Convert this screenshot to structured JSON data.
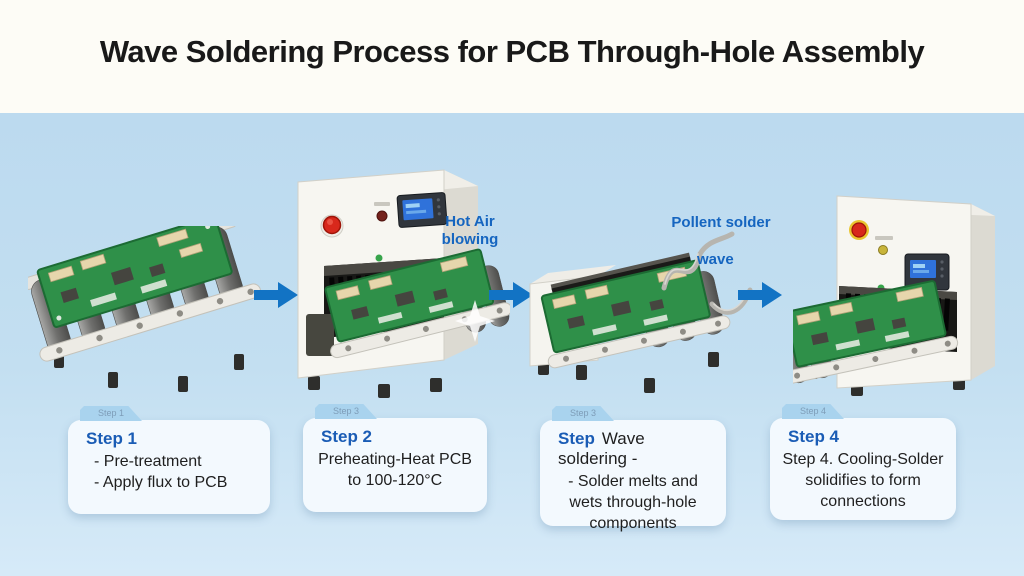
{
  "header": {
    "title": "Wave Soldering Process for PCB Through-Hole Assembly"
  },
  "colors": {
    "header_bg": "#fdfcf6",
    "main_bg": "#c3dff1",
    "flow_arrow_blue": "#1273c4",
    "annotation_blue": "#1565c0",
    "card_bg": "#f3f9fe",
    "card_tab_bg": "#a9d3ee",
    "step_title_blue": "#1a5cb5",
    "body_text": "#1f1f1f",
    "pcb_green": "#2f9049",
    "machine_white": "#f7f6f1"
  },
  "icons": {
    "flow_arrow": "right-arrow-solid",
    "wave_squiggle": "molten-solder-wave",
    "emergency_stop": "red-round-button",
    "air_puff": "white-burst"
  },
  "annotations": {
    "hot_air": {
      "line1": "Hot Air",
      "line2": "blowing"
    },
    "solder_wave": {
      "line1": "Pollent solder",
      "line2": "wave"
    }
  },
  "stations": [
    {
      "name": "pre-treatment conveyor with PCB"
    },
    {
      "name": "preheating machine with display and conveyor"
    },
    {
      "name": "wave soldering unit with conveyor"
    },
    {
      "name": "cooling machine with display and conveyor"
    }
  ],
  "cards": [
    {
      "tab": "Step 1",
      "title": "Step 1",
      "inline": "",
      "line1": "- Pre-treatment",
      "line2": "- Apply flux to PCB",
      "line3": ""
    },
    {
      "tab": "Step 3",
      "title": "Step 2",
      "inline": "",
      "line1": "Preheating-Heat PCB",
      "line2": "to 100-120°C",
      "line3": ""
    },
    {
      "tab": "Step 3",
      "title": "Step",
      "inline": "Wave soldering -",
      "line1": "- Solder melts and",
      "line2": "wets through-hole",
      "line3": "components"
    },
    {
      "tab": "Step 4",
      "title": "Step 4",
      "inline": "",
      "line1": "Step 4. Cooling-Solder",
      "line2": "solidifies to form",
      "line3": "connections"
    }
  ]
}
